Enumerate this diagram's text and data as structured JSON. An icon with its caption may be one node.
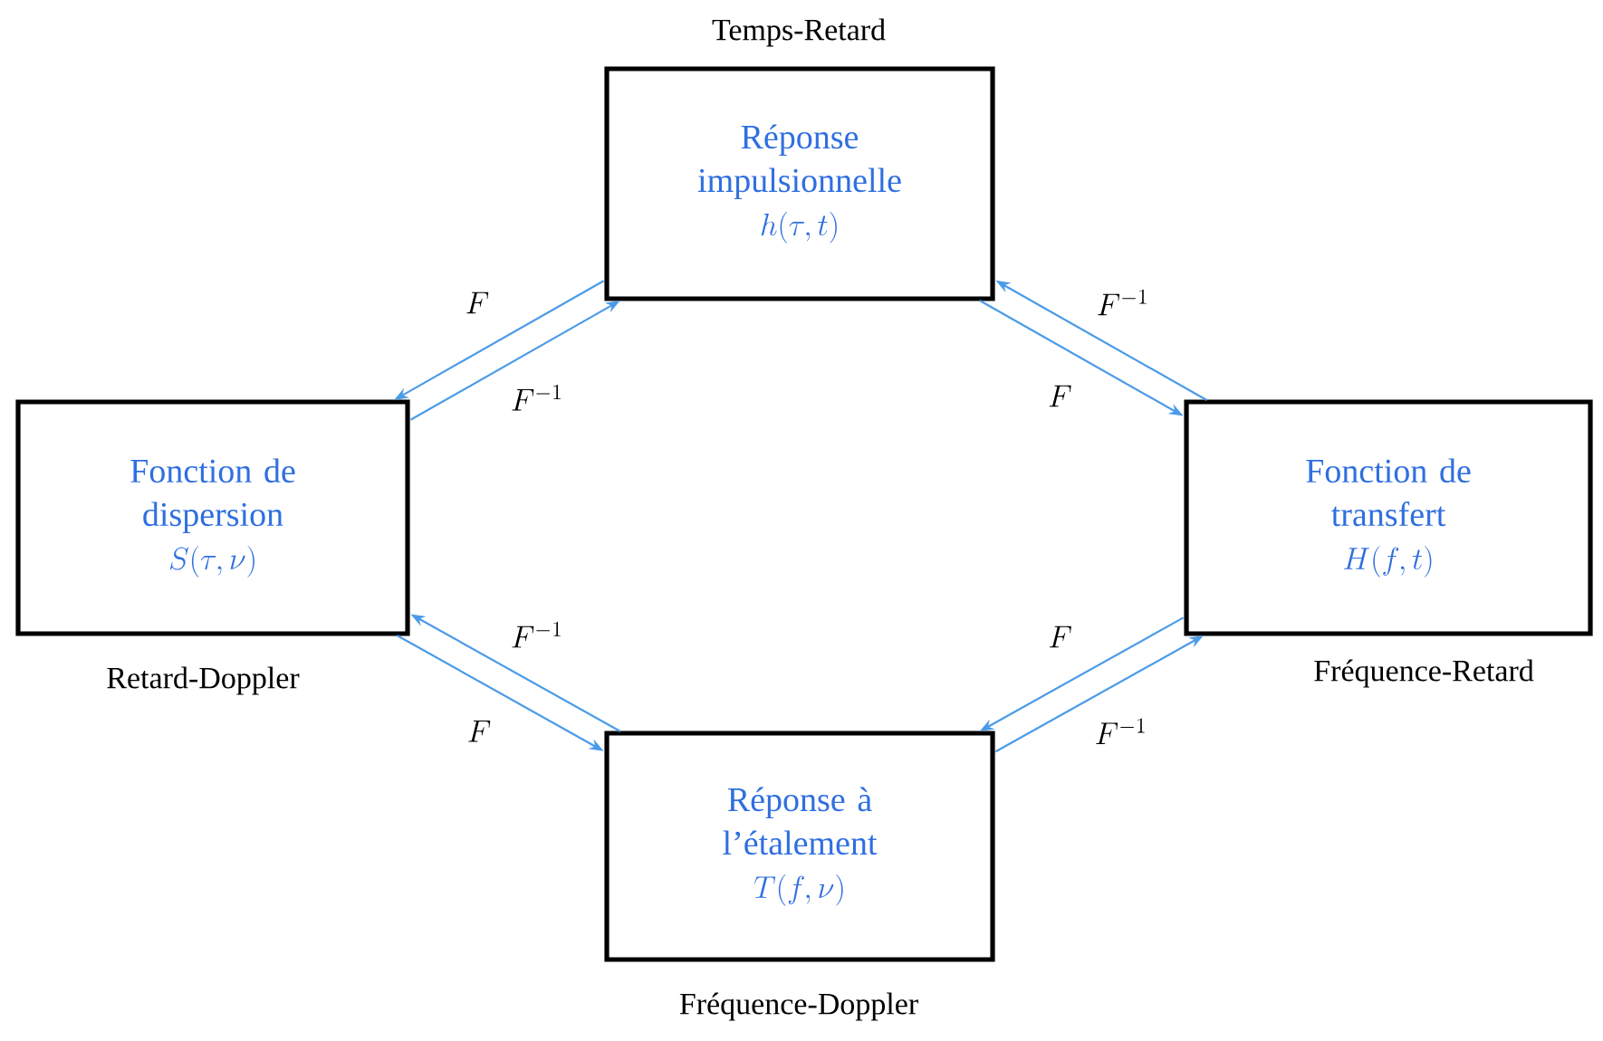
{
  "diagram": {
    "nodes": [
      {
        "text": [
          "Réponse impulsionnelle",
          "h(\\tau, t)"
        ],
        "beside": [
          "Temps-Retard"
        ]
      },
      {
        "text": [
          "Fonction de dispersion",
          "S(\\tau, \\nu)"
        ],
        "beside": [
          "Retard-Doppler"
        ]
      },
      {
        "text": [
          "Fonction de transfert",
          "H(f, t)"
        ],
        "beside": [
          "Fréquence-Retard"
        ]
      },
      {
        "text": [
          "Réponse à l’étalement",
          "T(f, \\nu)"
        ],
        "beside": [
          "Fréquence-Doppler"
        ]
      }
    ],
    "edges": [
      {
        "from": 0,
        "to": 1,
        "arrow": "to",
        "label": "F"
      },
      {
        "from": 1,
        "to": 0,
        "arrow": "to",
        "label": "F^{-1}"
      },
      {
        "from": 2,
        "to": 0,
        "arrow": "to",
        "label": "F^{-1}"
      },
      {
        "from": 0,
        "to": 2,
        "arrow": "to",
        "label": "F"
      },
      {
        "from": 3,
        "to": 1,
        "arrow": "to",
        "label": "F^{-1}"
      },
      {
        "from": 1,
        "to": 3,
        "arrow": "to",
        "label": "F"
      },
      {
        "from": 2,
        "to": 3,
        "arrow": "to",
        "label": "F"
      },
      {
        "from": 3,
        "to": 2,
        "arrow": "to",
        "label": "F^{-1}"
      }
    ]
  }
}
